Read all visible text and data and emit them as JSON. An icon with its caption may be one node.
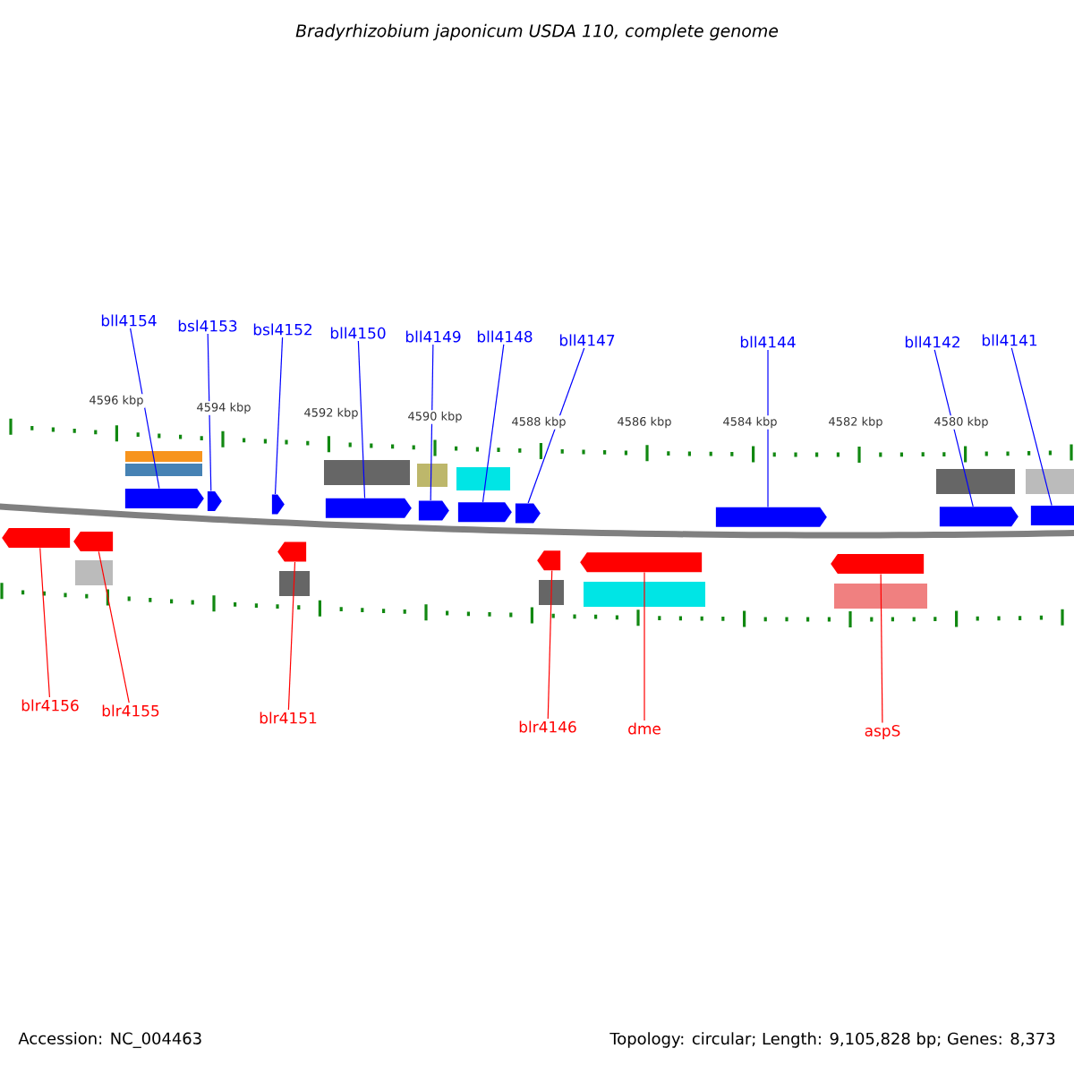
{
  "diagram": {
    "title": "Bradyrhizobium japonicum USDA 110, complete genome",
    "nodes": [
      {
        "text": [
          "bll4154"
        ]
      },
      {
        "text": [
          "bsl4153"
        ]
      },
      {
        "text": [
          "bsl4152"
        ]
      },
      {
        "text": [
          "bll4150"
        ]
      },
      {
        "text": [
          "bll4149"
        ]
      },
      {
        "text": [
          "bll4148"
        ]
      },
      {
        "text": [
          "bll4147"
        ]
      },
      {
        "text": [
          "bll4144"
        ]
      },
      {
        "text": [
          "bll4142"
        ]
      },
      {
        "text": [
          "bll4141"
        ]
      },
      {
        "text": [],
        "shape": "arrow"
      },
      {
        "text": [],
        "shape": "arrow"
      },
      {
        "text": [],
        "shape": "arrow"
      },
      {
        "text": [],
        "shape": "arrow"
      },
      {
        "text": [],
        "shape": "arrow"
      },
      {
        "text": [],
        "shape": "arrow"
      },
      {
        "text": [],
        "shape": "arrow"
      },
      {
        "text": [],
        "shape": "arrow"
      },
      {
        "text": [],
        "shape": "arrow"
      },
      {
        "text": [],
        "shape": "arrow"
      },
      {
        "text": [],
        "shape": "arrow"
      },
      {
        "text": [],
        "shape": "arrow"
      },
      {
        "text": [],
        "shape": "arrow"
      },
      {
        "text": [],
        "shape": "arrow"
      },
      {
        "text": [],
        "shape": "arrow"
      },
      {
        "text": [],
        "shape": "arrow"
      },
      {
        "text": [
          "blr4156"
        ]
      },
      {
        "text": [
          "blr4155"
        ]
      },
      {
        "text": [
          "blr4151"
        ]
      },
      {
        "text": [
          "blr4146"
        ]
      },
      {
        "text": [
          "dme"
        ]
      },
      {
        "text": [
          "aspS"
        ]
      }
    ],
    "edges": [
      {
        "from": 0,
        "to": 10,
        "arrow": "none"
      },
      {
        "from": 1,
        "to": 11,
        "arrow": "none"
      },
      {
        "from": 2,
        "to": 12,
        "arrow": "none"
      },
      {
        "from": 3,
        "to": 13,
        "arrow": "none"
      },
      {
        "from": 4,
        "to": 14,
        "arrow": "none"
      },
      {
        "from": 5,
        "to": 15,
        "arrow": "none"
      },
      {
        "from": 6,
        "to": 16,
        "arrow": "none"
      },
      {
        "from": 7,
        "to": 17,
        "arrow": "none"
      },
      {
        "from": 8,
        "to": 18,
        "arrow": "none"
      },
      {
        "from": 9,
        "to": 19,
        "arrow": "none"
      },
      {
        "from": 26,
        "to": 20,
        "arrow": "none",
        "color": "#ff0000"
      },
      {
        "from": 27,
        "to": 21,
        "arrow": "none",
        "color": "#ff0000"
      },
      {
        "from": 28,
        "to": 22,
        "arrow": "none",
        "color": "#ff0000"
      },
      {
        "from": 29,
        "to": 23,
        "arrow": "none",
        "color": "#ff0000"
      },
      {
        "from": 30,
        "to": 24,
        "arrow": "none",
        "color": "#ff0000"
      },
      {
        "from": 31,
        "to": 25,
        "arrow": "none",
        "color": "#ff0000"
      }
    ],
    "labels": [
      "4596 kbp",
      "4594 kbp",
      "4592 kbp",
      "4590 kbp",
      "4588 kbp",
      "4586 kbp",
      "4584 kbp",
      "4582 kbp",
      "4580 kbp",
      "Accession: NC_004463",
      "Topology: circular; Length: 9,105,828 bp; Genes: 8,373"
    ]
  }
}
